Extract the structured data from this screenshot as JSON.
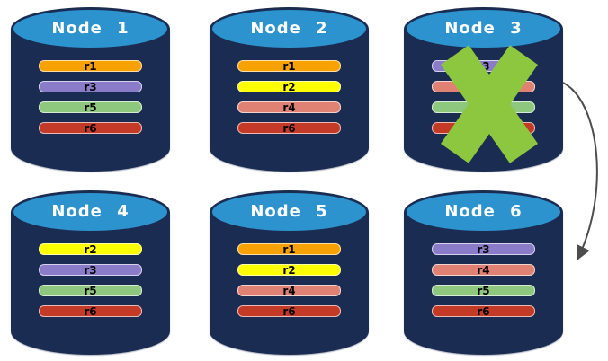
{
  "colors": {
    "cylinder_body": "#1B2C52",
    "cylinder_top": "#2D93CE",
    "x_mark": "#8DC63F",
    "arrow": "#4D4D4D",
    "replica_r1": "#F7A200",
    "replica_r2": "#FFFF00",
    "replica_r3": "#8A7CC8",
    "replica_r4": "#E08273",
    "replica_r5": "#8EC87F",
    "replica_r6": "#C33A27"
  },
  "nodes": [
    {
      "label": "Node 1",
      "failed": false,
      "replicas": [
        {
          "label": "r1",
          "color": "#F7A200"
        },
        {
          "label": "r3",
          "color": "#8A7CC8"
        },
        {
          "label": "r5",
          "color": "#8EC87F"
        },
        {
          "label": "r6",
          "color": "#C33A27"
        }
      ]
    },
    {
      "label": "Node 2",
      "failed": false,
      "replicas": [
        {
          "label": "r1",
          "color": "#F7A200"
        },
        {
          "label": "r2",
          "color": "#FFFF00"
        },
        {
          "label": "r4",
          "color": "#E08273"
        },
        {
          "label": "r6",
          "color": "#C33A27"
        }
      ]
    },
    {
      "label": "Node 3",
      "failed": true,
      "replicas": [
        {
          "label": "r3",
          "color": "#8A7CC8"
        },
        {
          "label": "r4",
          "color": "#E08273"
        },
        {
          "label": "r5",
          "color": "#8EC87F"
        },
        {
          "label": "r6",
          "color": "#C33A27"
        }
      ]
    },
    {
      "label": "Node 4",
      "failed": false,
      "replicas": [
        {
          "label": "r2",
          "color": "#FFFF00"
        },
        {
          "label": "r3",
          "color": "#8A7CC8"
        },
        {
          "label": "r5",
          "color": "#8EC87F"
        },
        {
          "label": "r6",
          "color": "#C33A27"
        }
      ]
    },
    {
      "label": "Node 5",
      "failed": false,
      "replicas": [
        {
          "label": "r1",
          "color": "#F7A200"
        },
        {
          "label": "r2",
          "color": "#FFFF00"
        },
        {
          "label": "r4",
          "color": "#E08273"
        },
        {
          "label": "r6",
          "color": "#C33A27"
        }
      ]
    },
    {
      "label": "Node 6",
      "failed": false,
      "replicas": [
        {
          "label": "r3",
          "color": "#8A7CC8"
        },
        {
          "label": "r4",
          "color": "#E08273"
        },
        {
          "label": "r5",
          "color": "#8EC87F"
        },
        {
          "label": "r6",
          "color": "#C33A27"
        }
      ]
    }
  ],
  "arrow": {
    "from": "Node 3",
    "to": "Node 6"
  }
}
